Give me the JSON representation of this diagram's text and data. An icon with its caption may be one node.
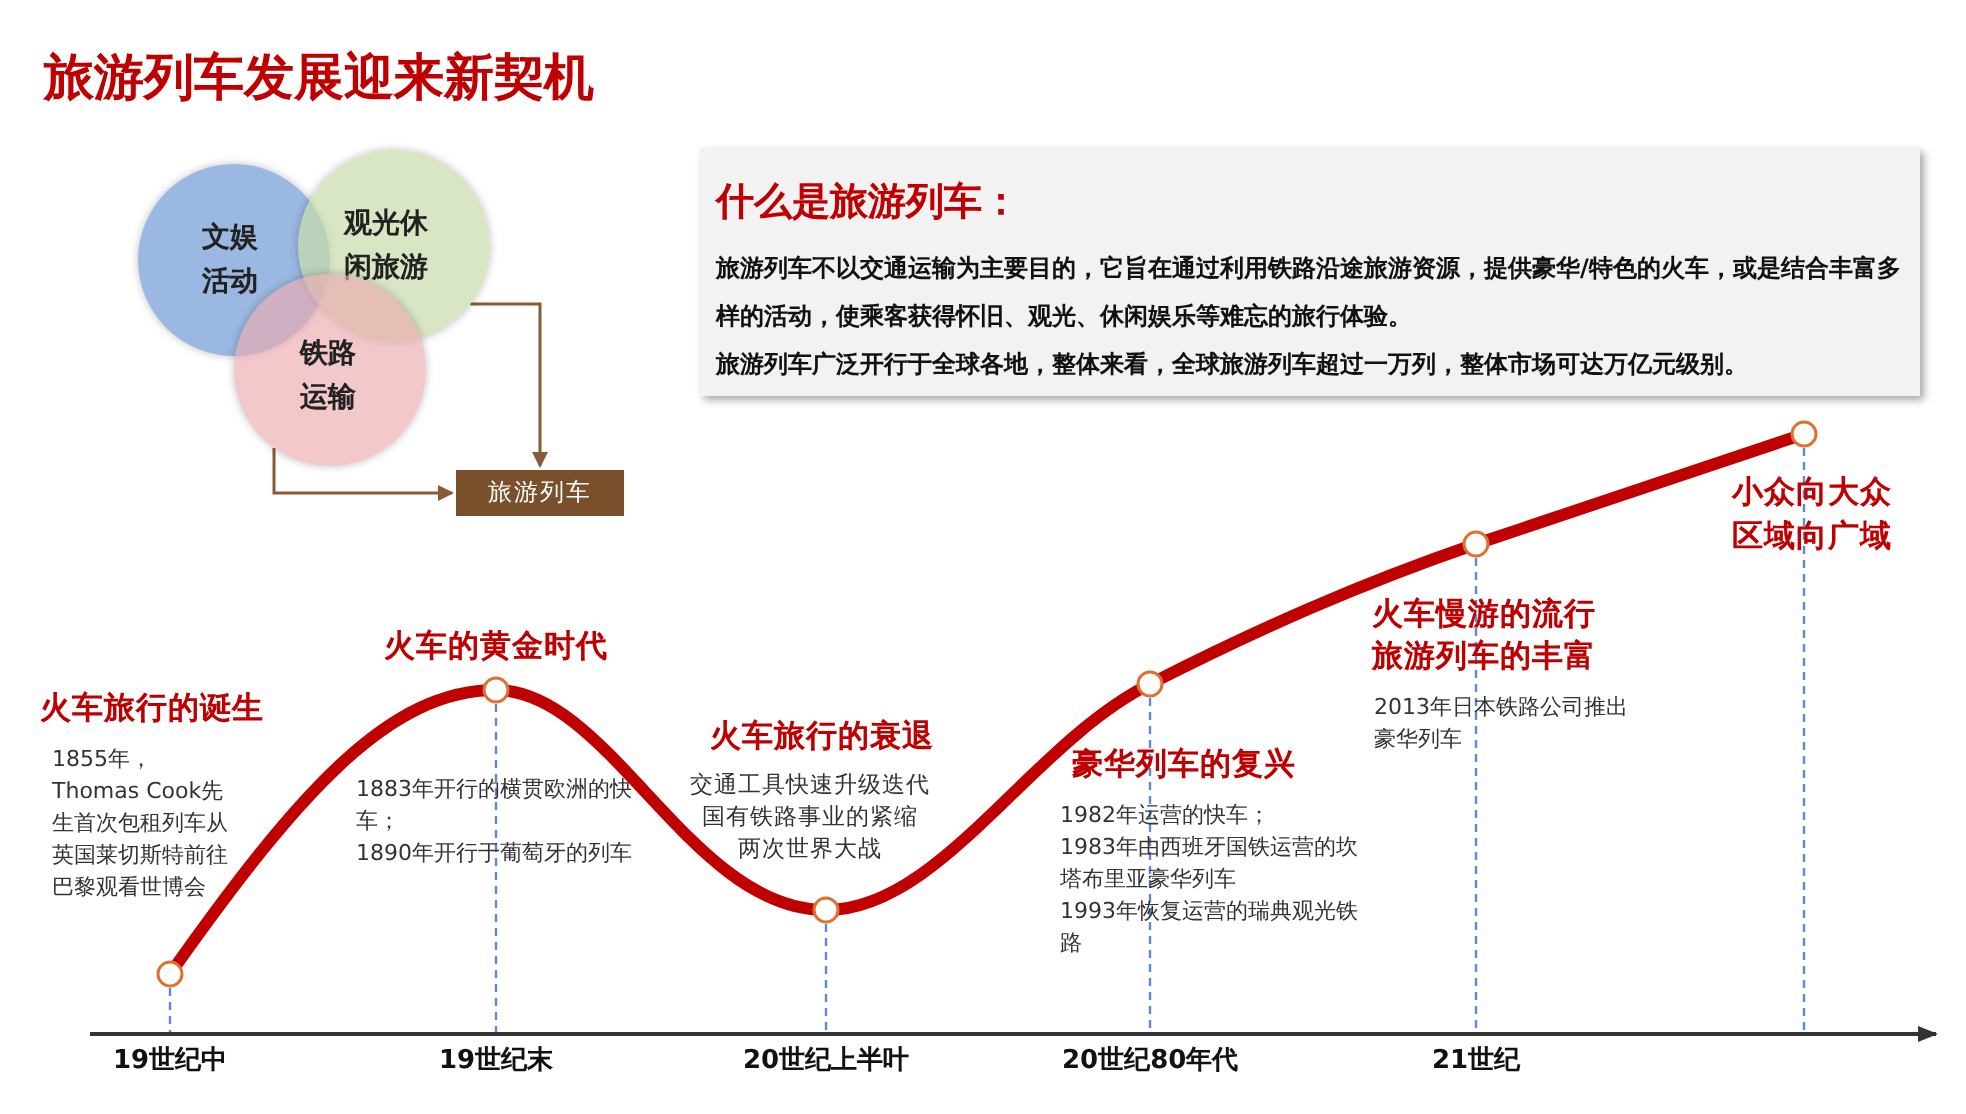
{
  "diagram": {
    "title": "旅游列车发展迎来新契机",
    "nodes": [
      {
        "text": [
          "文娱活动"
        ]
      },
      {
        "text": [
          "观光休闲旅游"
        ]
      },
      {
        "text": [
          "铁路运输"
        ]
      },
      {
        "text": [
          "旅游列车"
        ]
      },
      {
        "text": [
          "什么是旅游列车：",
          "旅游列车不以交通运输为主要目的，它旨在通过利用铁路沿途旅游资源，提供豪华/特色的火车，或是结合丰富多样的活动，使乘客获得怀旧、观光、休闲娱乐等难忘的旅行体验。",
          "旅游列车广泛开行于全球各地，整体来看，全球旅游列车超过一万列，整体市场可达万亿元级别。"
        ]
      }
    ],
    "edges": [
      {
        "from": 2,
        "to": 3,
        "arrow": "to"
      },
      {
        "from": 1,
        "to": 3,
        "arrow": "to"
      }
    ],
    "labels": [
      "火车旅行的诞生",
      "1855年，Thomas Cook先生首次包租列车从英国莱切斯特前往巴黎观看世博会",
      "火车的黄金时代",
      "1883年开行的横贯欧洲的快车；",
      "1890年开行于葡萄牙的列车",
      "火车旅行的衰退",
      "交通工具快速升级迭代",
      "国有铁路事业的紧缩",
      "两次世界大战",
      "豪华列车的复兴",
      "1982年运营的快车；",
      "1983年由西班牙国铁运营的坎塔布里亚豪华列车",
      "1993年恢复运营的瑞典观光铁路",
      "火车慢游的流行",
      "旅游列车的丰富",
      "2013年日本铁路公司推出豪华列车",
      "小众向大众",
      "区域向广域",
      "19世纪中",
      "19世纪末",
      "20世纪上半叶",
      "20世纪80年代",
      "21世纪"
    ]
  }
}
